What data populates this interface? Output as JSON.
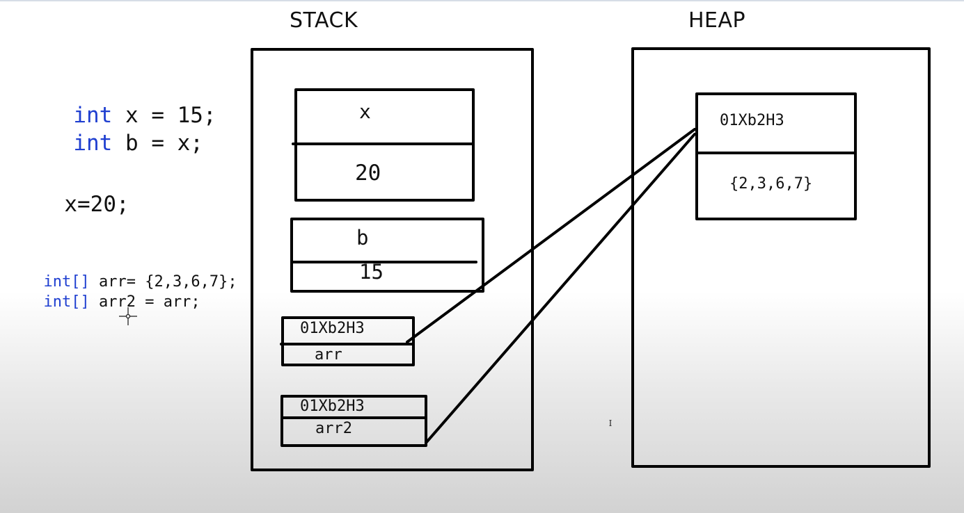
{
  "code": {
    "line1": {
      "keyword": "int",
      "rest": " x = 15;"
    },
    "line2": {
      "keyword": "int",
      "rest": " b = x;"
    },
    "line3": "x=20;",
    "line4": {
      "keyword": "int[]",
      "rest": " arr= {2,3,6,7};"
    },
    "line5": {
      "keyword": "int[]",
      "rest": " arr2 = arr;"
    }
  },
  "stack": {
    "title": "STACK",
    "x_box": {
      "name": "x",
      "value": "20"
    },
    "b_box": {
      "name": "b",
      "value": "15"
    },
    "arr_box": {
      "address": "01Xb2H3",
      "name": "arr"
    },
    "arr2_box": {
      "address": "01Xb2H3",
      "name": "arr2"
    }
  },
  "heap": {
    "title": "HEAP",
    "object": {
      "address": "01Xb2H3",
      "value": "{2,3,6,7}"
    }
  },
  "stray_mark": "ꟷ",
  "colors": {
    "keyword": "#1f3fd0",
    "stroke": "#000000"
  }
}
